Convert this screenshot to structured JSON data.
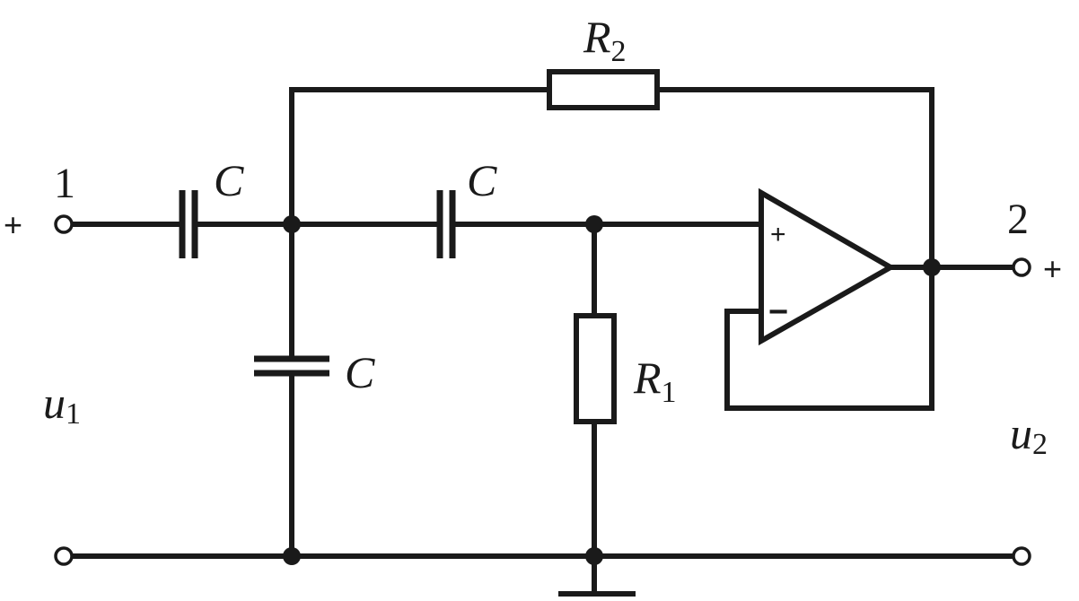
{
  "labels": {
    "r2": {
      "main": "R",
      "sub": "2"
    },
    "r1": {
      "main": "R",
      "sub": "1"
    },
    "c_input": "C",
    "c_series": "C",
    "c_shunt": "C",
    "u1": {
      "main": "u",
      "sub": "1"
    },
    "u2": {
      "main": "u",
      "sub": "2"
    },
    "terminal_in": "1",
    "terminal_out": "2",
    "plus_in": "+",
    "plus_out": "+",
    "opamp_plus": "+",
    "opamp_minus": "−"
  },
  "colors": {
    "ink": "#1a1a1a",
    "background": "#ffffff"
  }
}
